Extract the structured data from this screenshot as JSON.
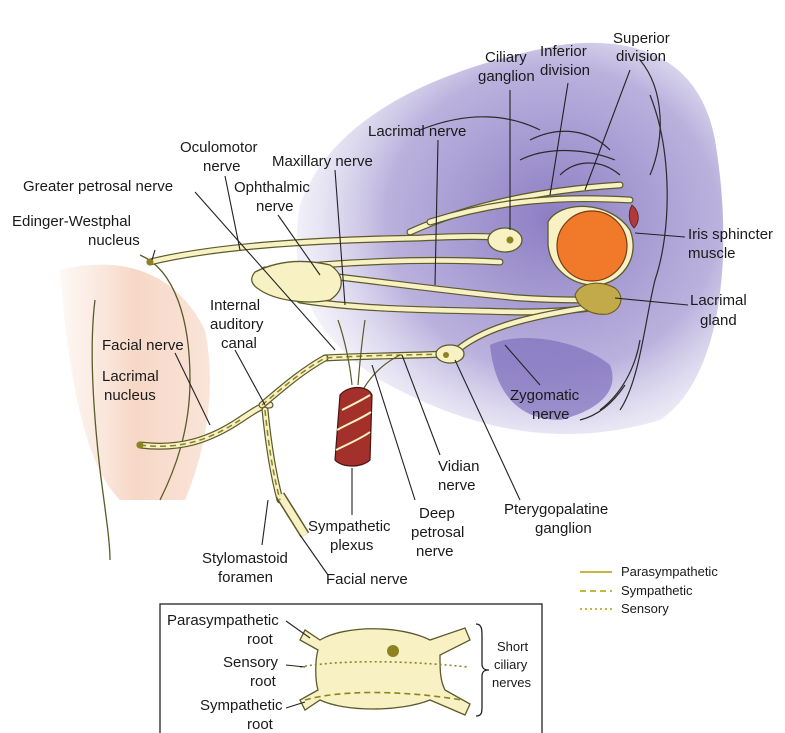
{
  "labels": {
    "ciliary_ganglion_1": "Ciliary",
    "ciliary_ganglion_2": "ganglion",
    "inferior_division_1": "Inferior",
    "inferior_division_2": "division",
    "superior_division_1": "Superior",
    "superior_division_2": "division",
    "lacrimal_nerve": "Lacrimal nerve",
    "oculomotor_nerve_1": "Oculomotor",
    "oculomotor_nerve_2": "nerve",
    "maxillary_nerve": "Maxillary nerve",
    "greater_petrosal_nerve": "Greater petrosal nerve",
    "ophthalmic_nerve_1": "Ophthalmic",
    "ophthalmic_nerve_2": "nerve",
    "edinger_westphal_1": "Edinger-Westphal",
    "edinger_westphal_2": "nucleus",
    "iris_sphincter_1": "Iris sphincter",
    "iris_sphincter_2": "muscle",
    "internal_auditory_1": "Internal",
    "internal_auditory_2": "auditory",
    "internal_auditory_3": "canal",
    "lacrimal_gland_1": "Lacrimal",
    "lacrimal_gland_2": "gland",
    "facial_nerve_upper": "Facial nerve",
    "lacrimal_nucleus_1": "Lacrimal",
    "lacrimal_nucleus_2": "nucleus",
    "zygomatic_nerve_1": "Zygomatic",
    "zygomatic_nerve_2": "nerve",
    "vidian_nerve_1": "Vidian",
    "vidian_nerve_2": "nerve",
    "pterygopalatine_1": "Pterygopalatine",
    "pterygopalatine_2": "ganglion",
    "deep_petrosal_1": "Deep",
    "deep_petrosal_2": "petrosal",
    "deep_petrosal_3": "nerve",
    "sympathetic_plexus_1": "Sympathetic",
    "sympathetic_plexus_2": "plexus",
    "stylomastoid_1": "Stylomastoid",
    "stylomastoid_2": "foramen",
    "facial_nerve_lower": "Facial nerve"
  },
  "legend": {
    "items": [
      {
        "style": "solid",
        "label": "Parasympathetic"
      },
      {
        "style": "dashed",
        "label": "Sympathetic"
      },
      {
        "style": "dotted",
        "label": "Sensory"
      }
    ]
  },
  "inset": {
    "parasympathetic_root_1": "Parasympathetic",
    "parasympathetic_root_2": "root",
    "sensory_root_1": "Sensory",
    "sensory_root_2": "root",
    "sympathetic_root_1": "Sympathetic",
    "sympathetic_root_2": "root",
    "short_ciliary_1": "Short",
    "short_ciliary_2": "ciliary",
    "short_ciliary_3": "nerves"
  },
  "colors": {
    "orbit_purple": "#9b8fc8",
    "brainstem_peach": "#f6d3c0",
    "nerve_fill": "#f7f1c4",
    "nerve_outline": "#5b5a2a",
    "eye_orange": "#f07a2a",
    "gland_olive": "#c2a94a",
    "artery_red": "#a3302a"
  }
}
